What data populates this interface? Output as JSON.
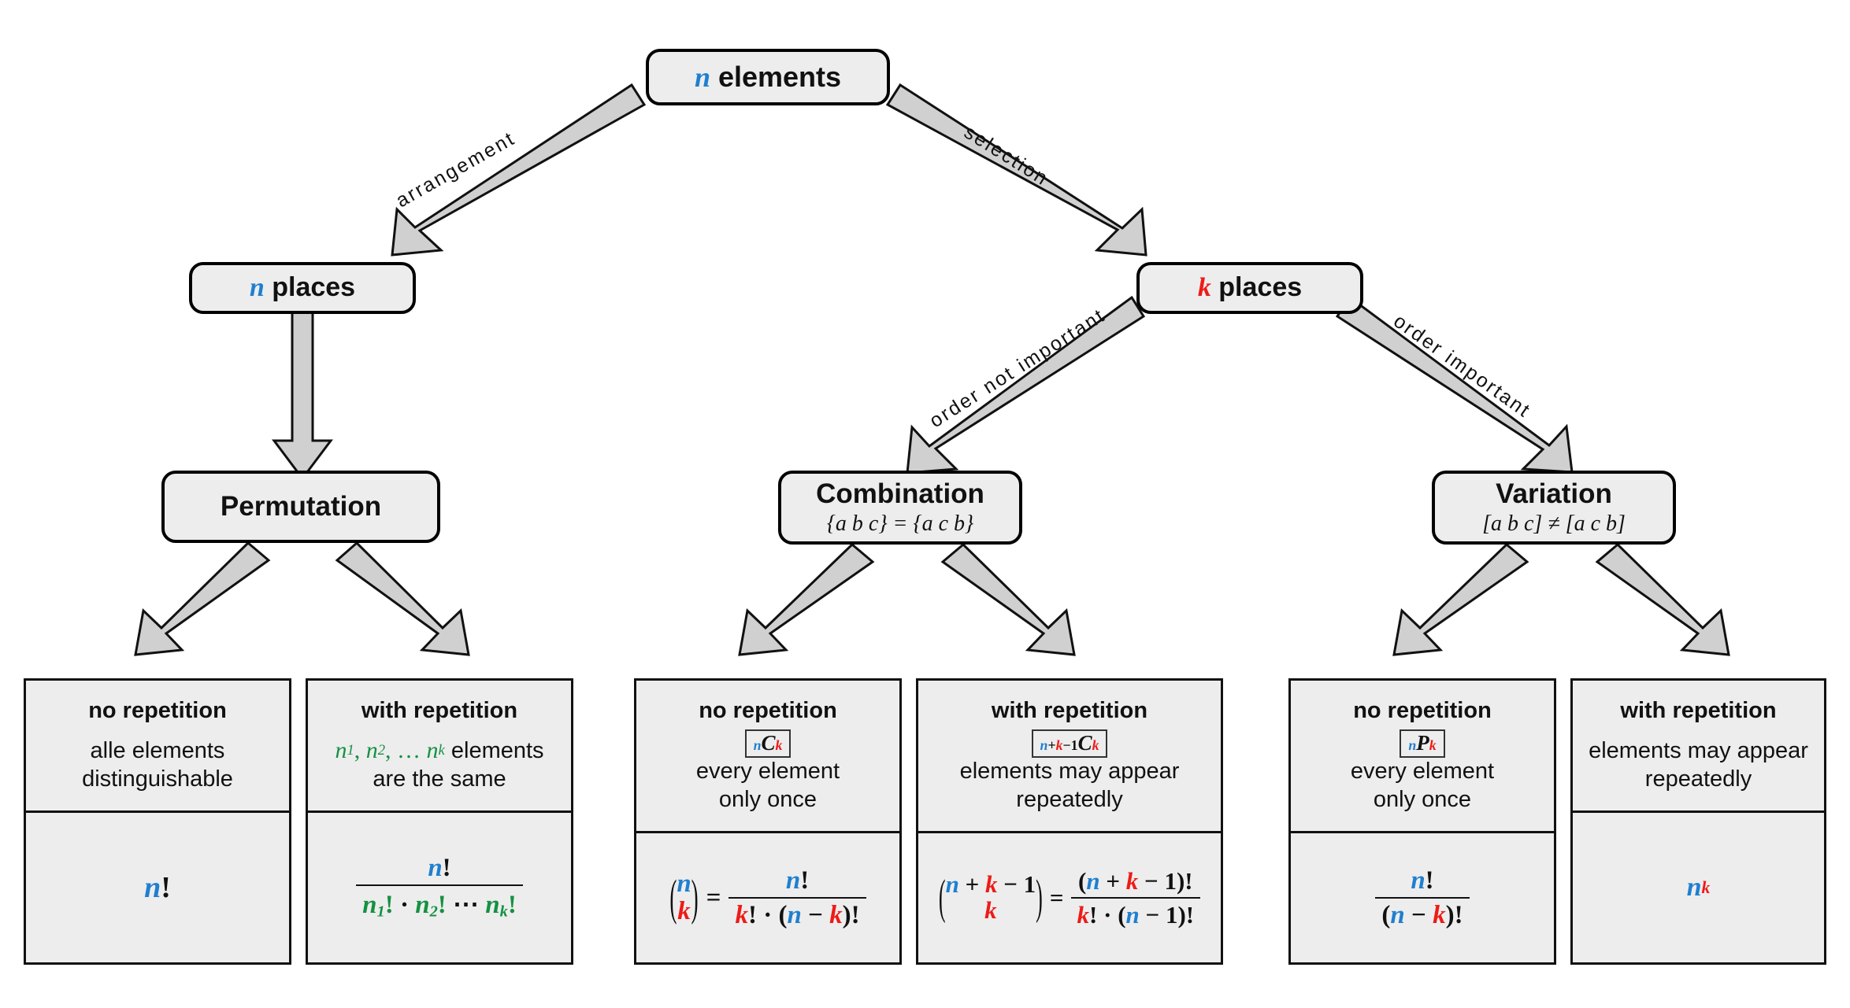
{
  "diagram": {
    "title": "Combinatorics decision tree",
    "colors": {
      "n_color": "#1f7fd0",
      "k_color": "#ee1b17",
      "group_color": "#149141",
      "node_fill": "#ededed",
      "arrow_fill": "#d0d0d0",
      "stroke": "#111111"
    }
  },
  "root": {
    "label_var": "n",
    "label_text": " elements"
  },
  "edges": {
    "arrangement": "arrangement",
    "selection": "selection",
    "order_not_important": "order not important",
    "order_important": "order important"
  },
  "level2": {
    "n_places": {
      "var": "n",
      "text": " places"
    },
    "k_places": {
      "var": "k",
      "text": " places"
    }
  },
  "level3": {
    "permutation": {
      "title": "Permutation",
      "sub": ""
    },
    "combination": {
      "title": "Combination",
      "sub": "{a b c} = {a c b}"
    },
    "variation": {
      "title": "Variation",
      "sub": "[a b c] ≠ [a c b]"
    }
  },
  "leaves": [
    {
      "group": "permutation",
      "header": "no repetition",
      "notation": "",
      "desc_line1": "alle elements",
      "desc_line2": "distinguishable",
      "formula": "n!"
    },
    {
      "group": "permutation",
      "header": "with repetition",
      "notation": "",
      "desc_line1": "n₁, n₂, … nₖ elements",
      "desc_line2": "are the same",
      "formula": "n! / (n₁! · n₂! ⋯ nₖ!)"
    },
    {
      "group": "combination",
      "header": "no repetition",
      "notation": "nCk",
      "desc_line1": "every element",
      "desc_line2": "only once",
      "formula": "(n over k) = n! / (k! · (n − k)!)"
    },
    {
      "group": "combination",
      "header": "with repetition",
      "notation": "n+k−1Ck",
      "desc_line1": "elements may appear",
      "desc_line2": "repeatedly",
      "formula": "(n + k − 1 over k) = (n + k − 1)! / (k! · (n − 1)!)"
    },
    {
      "group": "variation",
      "header": "no repetition",
      "notation": "nPk",
      "desc_line1": "every element",
      "desc_line2": "only once",
      "formula": "n! / (n − k)!"
    },
    {
      "group": "variation",
      "header": "with repetition",
      "notation": "",
      "desc_line1": "elements may appear",
      "desc_line2": "repeatedly",
      "formula": "n^k"
    }
  ],
  "symbols": {
    "n": "n",
    "k": "k",
    "bang": "!",
    "cdot": "·",
    "plus": "+",
    "minus": "−",
    "equals": "=",
    "one": "1",
    "C": "C",
    "P": "P",
    "ellipsis": "⋯",
    "n1": "n",
    "n2": "n",
    "nk": "n",
    "s1": "1",
    "s2": "2",
    "sk": "k",
    "lp": "(",
    "rp": ")"
  }
}
